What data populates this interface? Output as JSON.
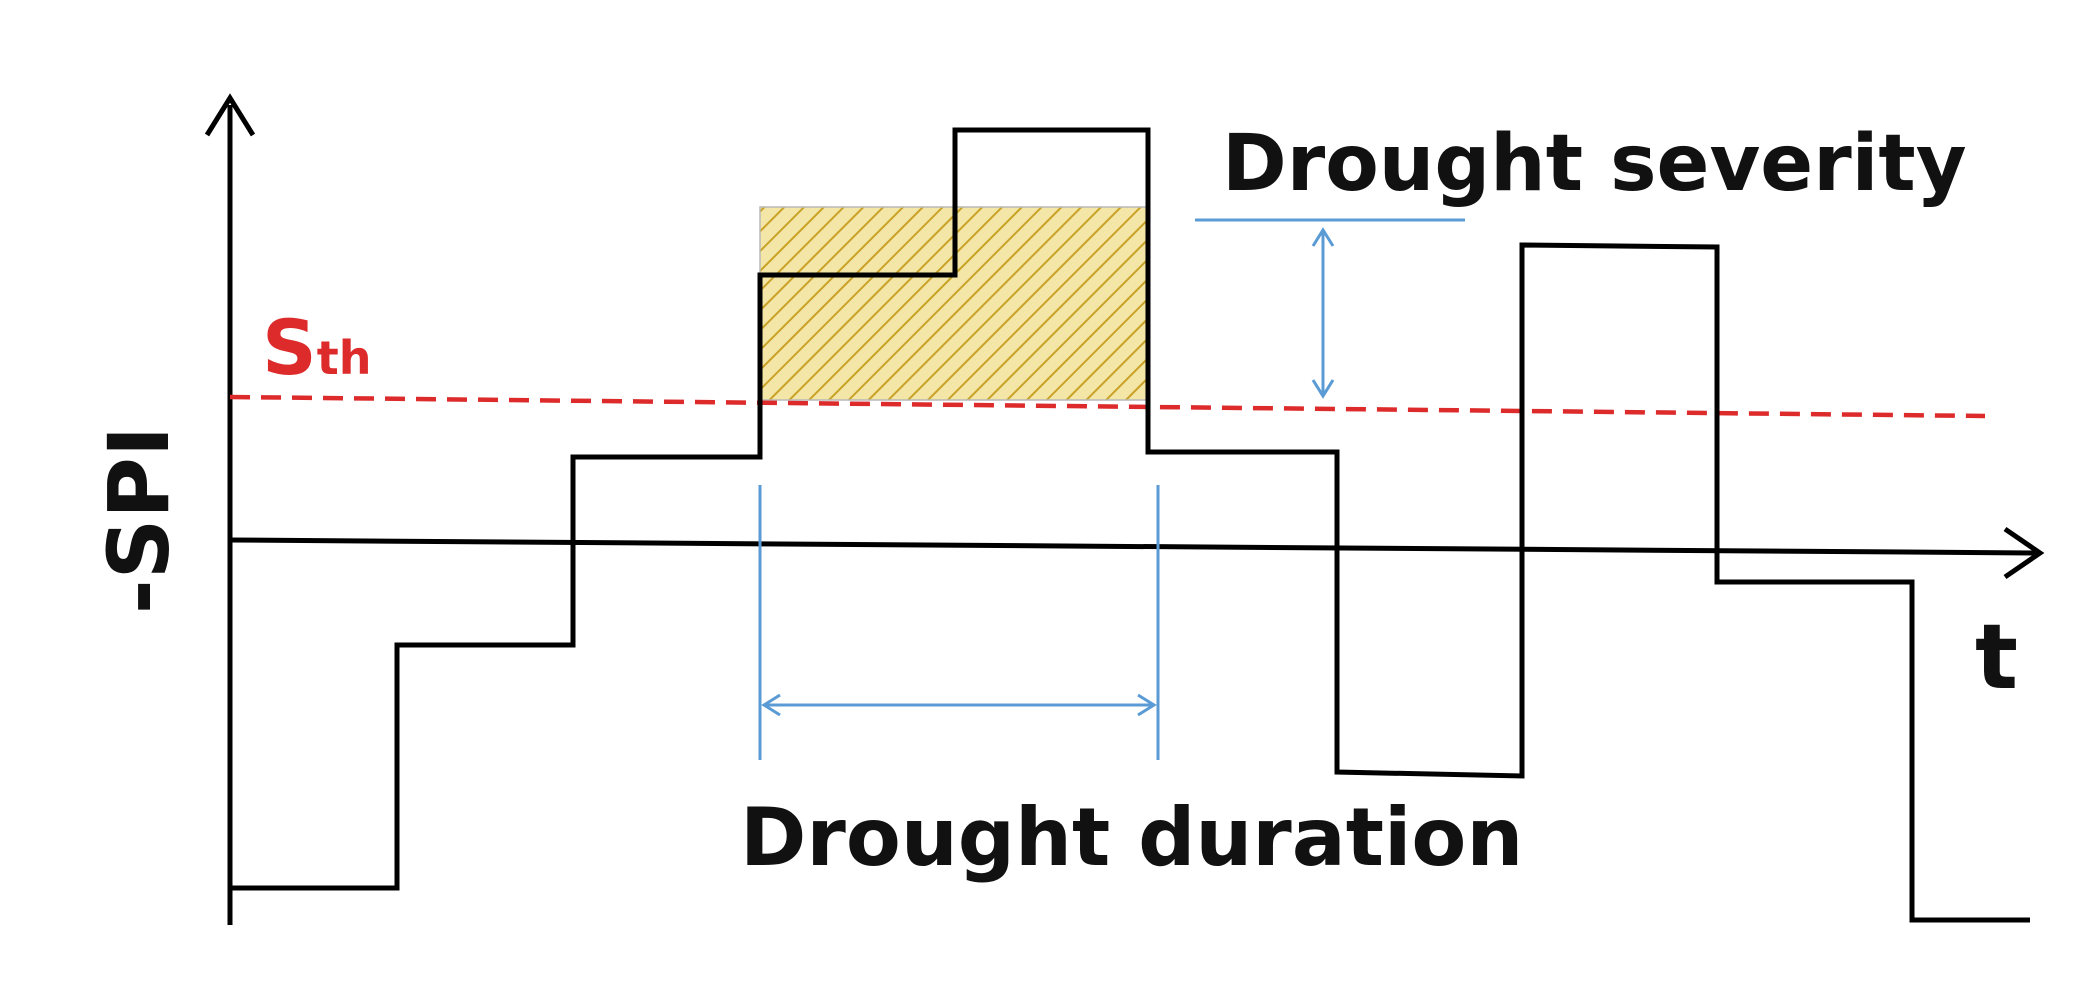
{
  "labels": {
    "y_axis": "-SPI",
    "x_axis": "t",
    "threshold_main": "S",
    "threshold_sub": "th",
    "severity": "Drought severity",
    "duration": "Drought duration"
  },
  "colors": {
    "signal": "#000000",
    "threshold": "#dd2a2a",
    "annotation": "#5b9bd5",
    "hatch_fill": "#f3e6a6",
    "hatch_line": "#c9a227"
  }
}
